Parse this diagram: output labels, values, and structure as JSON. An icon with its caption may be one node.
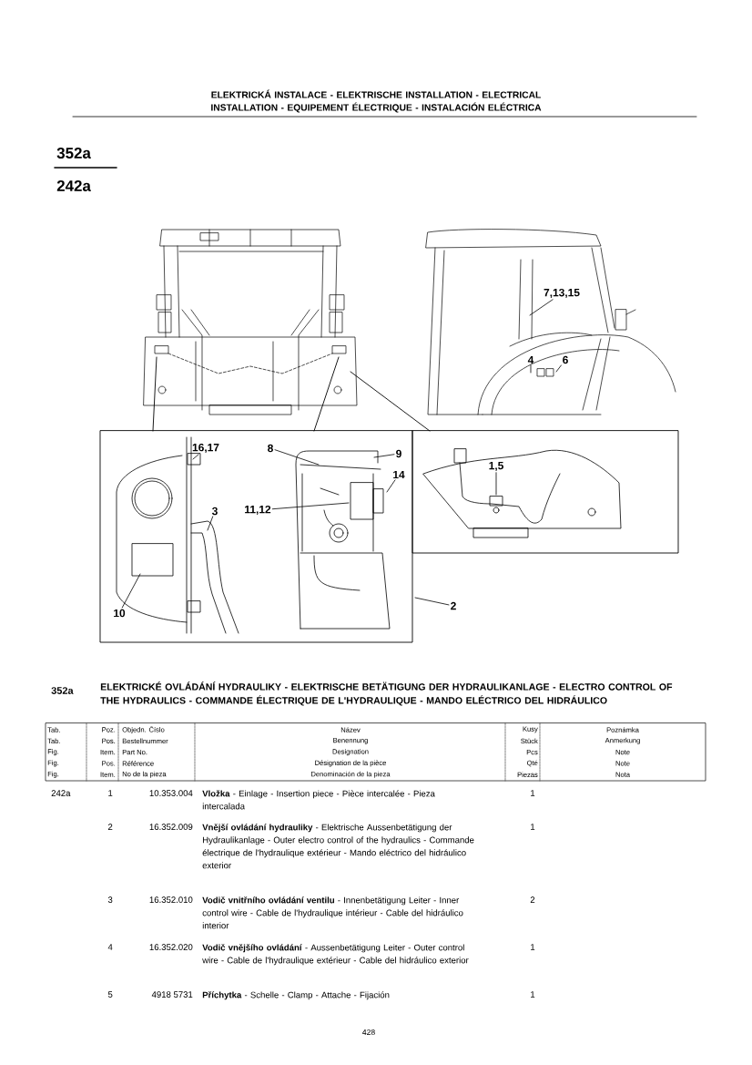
{
  "diagram": {
    "title": "ELEKTRICKÁ INSTALACE - ELEKTRISCHE INSTALLATION - ELECTRICAL INSTALLATION - EQUIPEMENT ÉLECTRIQUE - INSTALACIÓN ELÉCTRICA",
    "nodes": [
      {
        "text": [
          "16,17"
        ]
      },
      {
        "text": [
          "8"
        ]
      },
      {
        "text": [
          "9"
        ]
      },
      {
        "text": [
          "14"
        ]
      },
      {
        "text": [
          "3"
        ]
      },
      {
        "text": [
          "11,12"
        ]
      },
      {
        "text": [
          "10"
        ]
      },
      {
        "text": [
          "2"
        ]
      },
      {
        "text": [
          "1,5"
        ]
      },
      {
        "text": [
          "7,13,15"
        ]
      },
      {
        "text": [
          "4"
        ]
      },
      {
        "text": [
          "6"
        ]
      }
    ],
    "edges": [
      {
        "from": 0,
        "to": null,
        "arrow": "none"
      },
      {
        "from": 1,
        "to": null,
        "arrow": "none"
      },
      {
        "from": 2,
        "to": null,
        "arrow": "none"
      },
      {
        "from": 3,
        "to": null,
        "arrow": "none"
      },
      {
        "from": 4,
        "to": null,
        "arrow": "none"
      },
      {
        "from": 5,
        "to": null,
        "arrow": "none"
      },
      {
        "from": 6,
        "to": null,
        "arrow": "none"
      },
      {
        "from": 7,
        "to": null,
        "arrow": "none"
      },
      {
        "from": 8,
        "to": null,
        "arrow": "none"
      },
      {
        "from": 9,
        "to": null,
        "arrow": "none"
      },
      {
        "from": 10,
        "to": null,
        "arrow": "none"
      },
      {
        "from": 11,
        "to": null,
        "arrow": "none"
      }
    ],
    "labels": [
      "352a",
      "242a",
      "352a",
      "ELEKTRICKÉ OVLÁDÁNÍ HYDRAULIKY - ELEKTRISCHE BETÄTIGUNG DER HYDRAULIKANLAGE - ELECTRO CONTROL OF THE HYDRAULICS - COMMANDE ÉLECTRIQUE DE L'HYDRAULIQUE - MANDO ELÉCTRICO DEL HIDRÁULICO",
      "Tab.",
      "Poz.",
      "Objedn. Číslo",
      "Název",
      "Kusy",
      "Poznámka",
      "Tab.",
      "Pos.",
      "Bestellnummer",
      "Benennung",
      "Stück",
      "Anmerkung",
      "Fig.",
      "Item.",
      "Part No.",
      "Designation",
      "Pcs",
      "Note",
      "Fig.",
      "Pos.",
      "Référence",
      "Désignation de la pièce",
      "Qté",
      "Note",
      "Fig.",
      "Item.",
      "No de la pieza",
      "Denominación de la pieza",
      "Piezas",
      "Nota",
      "242a",
      "1",
      "10.353.004",
      "**Vložka** - Einlage - Insertion piece - Pièce intercalée - Pieza intercalada",
      "1",
      "2",
      "16.352.009",
      "**Vnější ovládání hydrauliky** - Elektrische Aussenbetätigung der Hydraulikanlage - Outer electro control of the hydraulics - Commande électrique de l'hydraulique extérieur - Mando eléctrico del hidráulico exterior",
      "1",
      "3",
      "16.352.010",
      "**Vodič vnitřního ovládání ventilu** - Innenbetätigung Leiter - Inner control wire - Cable de l'hydraulique intérieur - Cable del hidráulico interior",
      "2",
      "4",
      "16.352.020",
      "**Vodič vnějšího ovládání** - Aussenbetätigung Leiter - Outer control wire - Cable de l'hydraulique extérieur - Cable del hidráulico exterior",
      "1",
      "5",
      "4918 5731",
      "**Příchytka** - Schelle - Clamp - Attache - Fijación",
      "1",
      "428"
    ]
  }
}
